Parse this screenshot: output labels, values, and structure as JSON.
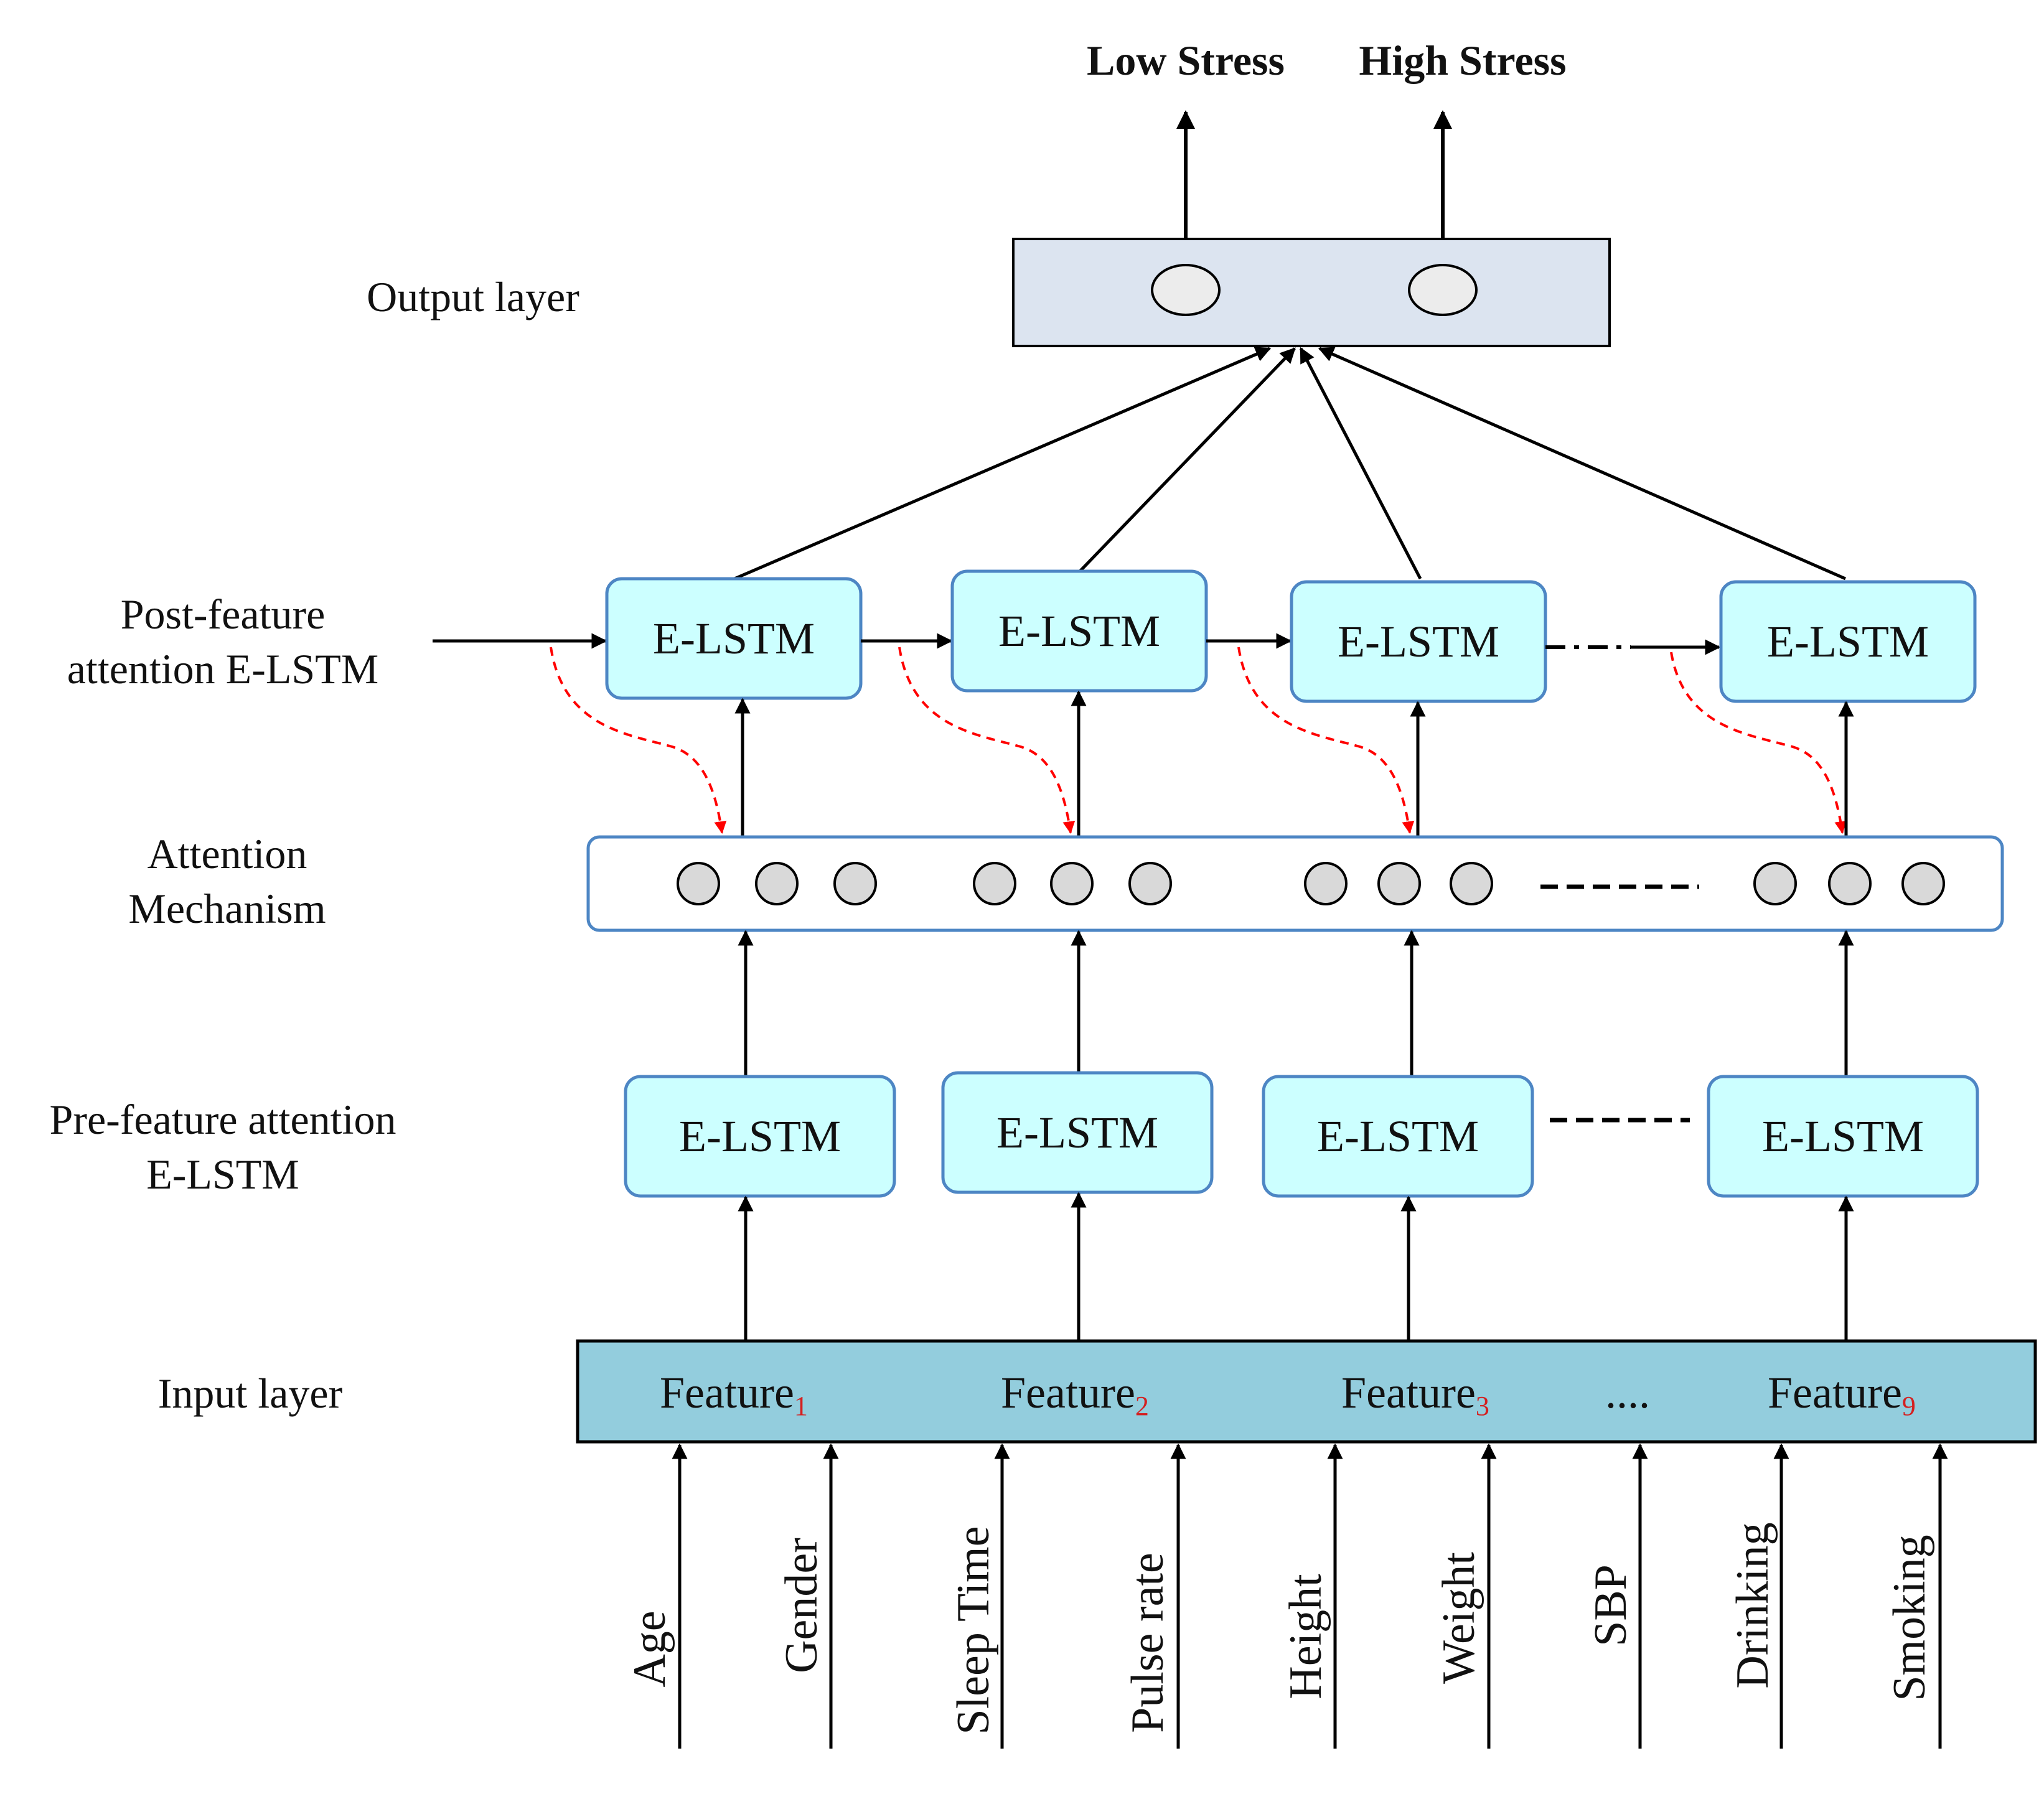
{
  "colors": {
    "elstm_fill": "#ccffff",
    "elstm_stroke": "#4d86c4",
    "output_fill": "#dce4f0",
    "input_fill": "#93cddd",
    "node_fill": "#d9d9d9",
    "attention_arrow": "#ff0000"
  },
  "outputs": [
    "Low Stress",
    "High Stress"
  ],
  "layers": {
    "output_layer": "Output layer",
    "post_attention": [
      "Post-feature",
      "attention E-LSTM"
    ],
    "attention": [
      "Attention",
      "Mechanism"
    ],
    "pre_attention": [
      "Pre-feature attention",
      "E-LSTM"
    ],
    "input_layer": "Input layer"
  },
  "elstm_label": "E-LSTM",
  "features": [
    {
      "name": "Feature",
      "index": "1"
    },
    {
      "name": "Feature",
      "index": "2"
    },
    {
      "name": "Feature",
      "index": "3"
    },
    {
      "name": "Feature",
      "index": "9"
    }
  ],
  "ellipsis": "....",
  "inputs": [
    "Age",
    "Gender",
    "Sleep Time",
    "Pulse rate",
    "Height",
    "Weight",
    "SBP",
    "Drinking",
    "Smoking"
  ]
}
